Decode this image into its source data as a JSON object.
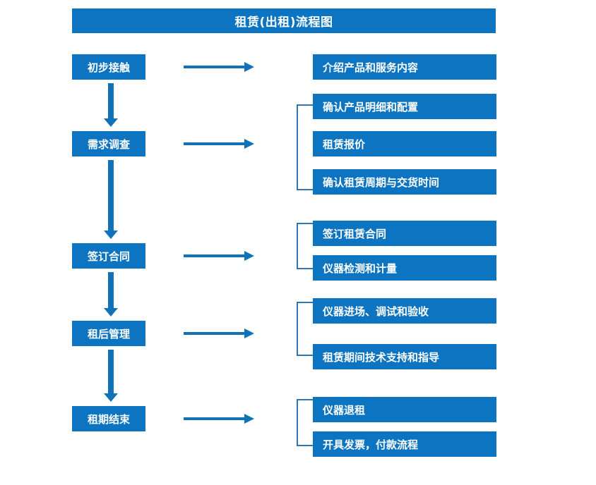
{
  "header": {
    "title": "租赁(出租)流程图"
  },
  "colors": {
    "box_blue": "#0C74C0",
    "arrow_blue": "#1172B8",
    "bracket_blue": "#2E75B6",
    "box_text": "#FFFFFF",
    "background": "#FFFFFF"
  },
  "chart_data": {
    "type": "diagram",
    "title": "租赁(出租)流程图",
    "stages": [
      {
        "label": "初步接触",
        "details": [
          "介绍产品和服务内容"
        ]
      },
      {
        "label": "需求调查",
        "details": [
          "确认产品明细和配置",
          "租赁报价",
          "确认租赁周期与交货时间"
        ]
      },
      {
        "label": "签订合同",
        "details": [
          "签订租赁合同",
          "仪器检测和计量"
        ]
      },
      {
        "label": "租后管理",
        "details": [
          "仪器进场、调试和验收",
          "租赁期间技术支持和指导"
        ]
      },
      {
        "label": "租期结束",
        "details": [
          "仪器退租",
          "开具发票，付款流程"
        ]
      }
    ]
  },
  "stages": [
    {
      "label": "初步接触"
    },
    {
      "label": "需求调查"
    },
    {
      "label": "签订合同"
    },
    {
      "label": "租后管理"
    },
    {
      "label": "租期结束"
    }
  ],
  "details": [
    {
      "label": "介绍产品和服务内容"
    },
    {
      "label": "确认产品明细和配置"
    },
    {
      "label": "租赁报价"
    },
    {
      "label": "确认租赁周期与交货时间"
    },
    {
      "label": "签订租赁合同"
    },
    {
      "label": "仪器检测和计量"
    },
    {
      "label": "仪器进场、调试和验收"
    },
    {
      "label": "租赁期间技术支持和指导"
    },
    {
      "label": "仪器退租"
    },
    {
      "label": "开具发票，付款流程"
    }
  ]
}
